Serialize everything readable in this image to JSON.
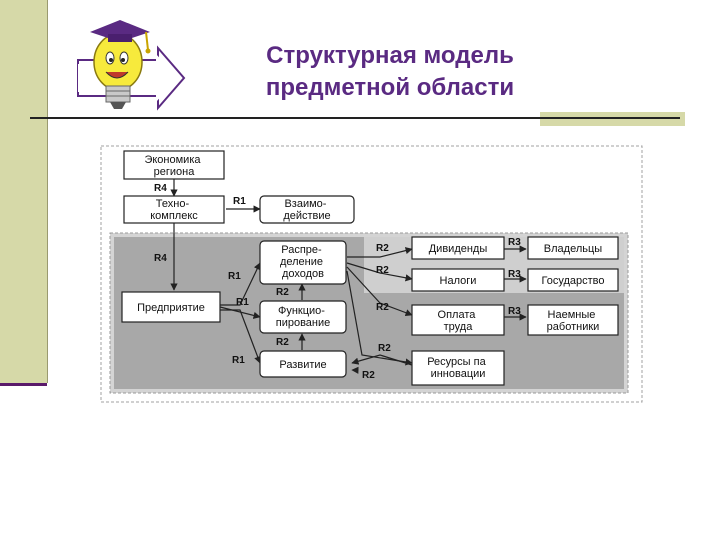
{
  "slide": {
    "title_line1": "Структурная модель",
    "title_line2": "предметной области"
  },
  "logo": {
    "icon": "lightbulb-with-graduation-cap-icon"
  },
  "diagram": {
    "nodes": {
      "economy": [
        "Экономика",
        "региона"
      ],
      "techno": [
        "Техно-",
        "комплекс"
      ],
      "interaction": [
        "Взаимо-",
        "действие"
      ],
      "enterprise": [
        "Предприятие"
      ],
      "distribution": [
        "Распре-",
        "деление",
        "доходов"
      ],
      "functioning": [
        "Функцио-",
        "пирование"
      ],
      "development": [
        "Развитие"
      ],
      "dividends": [
        "Дивиденды"
      ],
      "taxes": [
        "Налоги"
      ],
      "wages": [
        "Оплата",
        "труда"
      ],
      "resources": [
        "Ресурсы па",
        "инновации"
      ],
      "owners": [
        "Владельцы"
      ],
      "state": [
        "Государство"
      ],
      "workers": [
        "Наемные",
        "работники"
      ]
    },
    "relations": {
      "r1": "R1",
      "r2": "R2",
      "r3": "R3",
      "r4": "R4"
    },
    "colors": {
      "outer_frame": "#a0a0a0",
      "region_light": "#d4d4d4",
      "region_dark": "#a8a8a8",
      "box_fill": "#ffffff",
      "line": "#222222"
    }
  }
}
